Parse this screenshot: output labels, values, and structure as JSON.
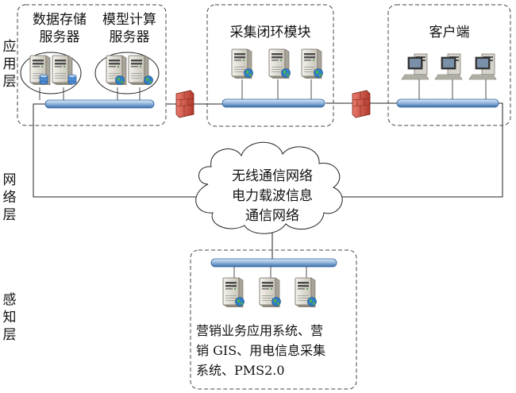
{
  "layers": {
    "application": "应用层",
    "network": "网络层",
    "perception": "感知层"
  },
  "application": {
    "data_storage": {
      "line1": "数据存储",
      "line2": "服务器"
    },
    "model_compute": {
      "line1": "模型计算",
      "line2": "服务器"
    },
    "collection_module": "采集闭环模块",
    "client": "客户端"
  },
  "network": {
    "line1": "无线通信网络",
    "line2": "电力载波信息",
    "line3": "通信网络"
  },
  "perception": {
    "line1": "营销业务应用系统、营",
    "line2": "销 GIS、用电信息采集",
    "line3": "系统、PMS2.0"
  },
  "colors": {
    "bus_fill": "#a9c8e8",
    "bus_stroke": "#2a5f9e",
    "firewall": "#d9574a",
    "server_body": "#d8d5cc",
    "dashed_border": "#444444"
  },
  "icons": [
    "server-icon",
    "database-icon",
    "globe-icon",
    "workstation-icon",
    "firewall-icon",
    "cloud-icon"
  ]
}
